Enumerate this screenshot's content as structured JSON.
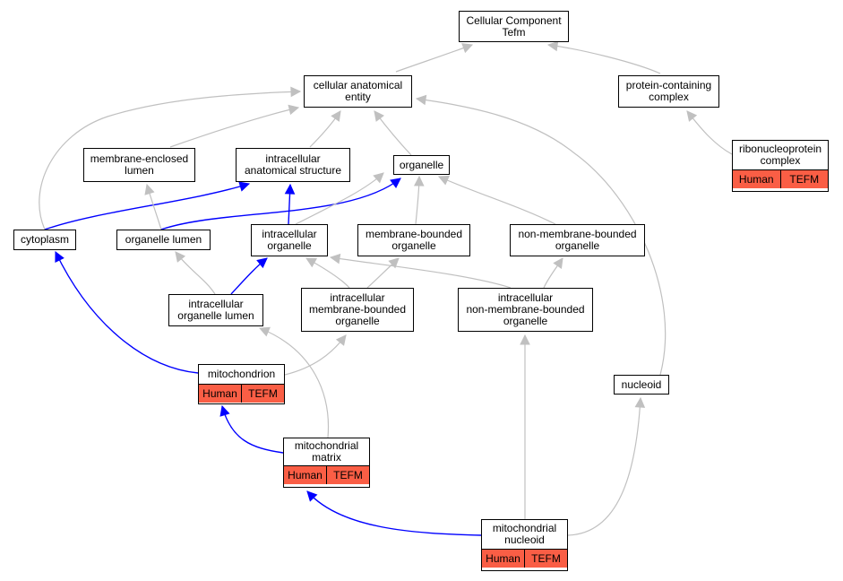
{
  "colors": {
    "highlight_edge": "#0000ff",
    "normal_edge": "#c0c0c0",
    "tag_fill": "#fa5e45"
  },
  "nodes": {
    "cellular_component": {
      "lines": [
        "Cellular Component",
        "Tefm"
      ]
    },
    "cellular_anatomical_entity": {
      "lines": [
        "cellular anatomical",
        "entity"
      ]
    },
    "protein_containing_complex": {
      "lines": [
        "protein-containing",
        "complex"
      ]
    },
    "ribonucleoprotein_complex": {
      "lines": [
        "ribonucleoprotein",
        "complex"
      ],
      "tags": [
        "Human",
        "TEFM"
      ]
    },
    "membrane_enclosed_lumen": {
      "lines": [
        "membrane-enclosed",
        "lumen"
      ]
    },
    "intracellular_anatomical_structure": {
      "lines": [
        "intracellular",
        "anatomical structure"
      ]
    },
    "organelle": {
      "lines": [
        "organelle"
      ]
    },
    "cytoplasm": {
      "lines": [
        "cytoplasm"
      ]
    },
    "organelle_lumen": {
      "lines": [
        "organelle lumen"
      ]
    },
    "intracellular_organelle": {
      "lines": [
        "intracellular",
        "organelle"
      ]
    },
    "membrane_bounded_organelle": {
      "lines": [
        "membrane-bounded",
        "organelle"
      ]
    },
    "non_membrane_bounded_organelle": {
      "lines": [
        "non-membrane-bounded",
        "organelle"
      ]
    },
    "intracellular_organelle_lumen": {
      "lines": [
        "intracellular",
        "organelle lumen"
      ]
    },
    "intracellular_membrane_bounded_organelle": {
      "lines": [
        "intracellular",
        "membrane-bounded",
        "organelle"
      ]
    },
    "intracellular_non_membrane_bounded_organelle": {
      "lines": [
        "intracellular",
        "non-membrane-bounded",
        "organelle"
      ]
    },
    "mitochondrion": {
      "lines": [
        "mitochondrion"
      ],
      "tags": [
        "Human",
        "TEFM"
      ]
    },
    "nucleoid": {
      "lines": [
        "nucleoid"
      ]
    },
    "mitochondrial_matrix": {
      "lines": [
        "mitochondrial",
        "matrix"
      ],
      "tags": [
        "Human",
        "TEFM"
      ]
    },
    "mitochondrial_nucleoid": {
      "lines": [
        "mitochondrial",
        "nucleoid"
      ],
      "tags": [
        "Human",
        "TEFM"
      ]
    }
  },
  "edges": [
    {
      "from": "cellular_anatomical_entity",
      "to": "cellular_component",
      "kind": "normal"
    },
    {
      "from": "protein_containing_complex",
      "to": "cellular_component",
      "kind": "normal"
    },
    {
      "from": "ribonucleoprotein_complex",
      "to": "protein_containing_complex",
      "kind": "normal"
    },
    {
      "from": "membrane_enclosed_lumen",
      "to": "cellular_anatomical_entity",
      "kind": "normal"
    },
    {
      "from": "intracellular_anatomical_structure",
      "to": "cellular_anatomical_entity",
      "kind": "normal"
    },
    {
      "from": "organelle",
      "to": "cellular_anatomical_entity",
      "kind": "normal"
    },
    {
      "from": "cytoplasm",
      "to": "cellular_anatomical_entity",
      "kind": "normal"
    },
    {
      "from": "nucleoid",
      "to": "cellular_anatomical_entity",
      "kind": "normal"
    },
    {
      "from": "cytoplasm",
      "to": "intracellular_anatomical_structure",
      "kind": "highlight"
    },
    {
      "from": "organelle_lumen",
      "to": "membrane_enclosed_lumen",
      "kind": "normal"
    },
    {
      "from": "organelle_lumen",
      "to": "organelle",
      "kind": "highlight"
    },
    {
      "from": "intracellular_organelle",
      "to": "intracellular_anatomical_structure",
      "kind": "highlight"
    },
    {
      "from": "intracellular_organelle",
      "to": "organelle",
      "kind": "normal"
    },
    {
      "from": "membrane_bounded_organelle",
      "to": "organelle",
      "kind": "normal"
    },
    {
      "from": "non_membrane_bounded_organelle",
      "to": "organelle",
      "kind": "normal"
    },
    {
      "from": "intracellular_organelle_lumen",
      "to": "organelle_lumen",
      "kind": "normal"
    },
    {
      "from": "intracellular_organelle_lumen",
      "to": "intracellular_organelle",
      "kind": "highlight"
    },
    {
      "from": "intracellular_membrane_bounded_organelle",
      "to": "intracellular_organelle",
      "kind": "normal"
    },
    {
      "from": "intracellular_membrane_bounded_organelle",
      "to": "membrane_bounded_organelle",
      "kind": "normal"
    },
    {
      "from": "intracellular_non_membrane_bounded_organelle",
      "to": "intracellular_organelle",
      "kind": "normal"
    },
    {
      "from": "intracellular_non_membrane_bounded_organelle",
      "to": "non_membrane_bounded_organelle",
      "kind": "normal"
    },
    {
      "from": "mitochondrion",
      "to": "cytoplasm",
      "kind": "highlight"
    },
    {
      "from": "mitochondrion",
      "to": "intracellular_membrane_bounded_organelle",
      "kind": "normal"
    },
    {
      "from": "mitochondrial_matrix",
      "to": "mitochondrion",
      "kind": "highlight"
    },
    {
      "from": "mitochondrial_matrix",
      "to": "intracellular_organelle_lumen",
      "kind": "normal"
    },
    {
      "from": "mitochondrial_nucleoid",
      "to": "mitochondrial_matrix",
      "kind": "highlight"
    },
    {
      "from": "mitochondrial_nucleoid",
      "to": "intracellular_non_membrane_bounded_organelle",
      "kind": "normal"
    },
    {
      "from": "mitochondrial_nucleoid",
      "to": "nucleoid",
      "kind": "normal"
    }
  ]
}
